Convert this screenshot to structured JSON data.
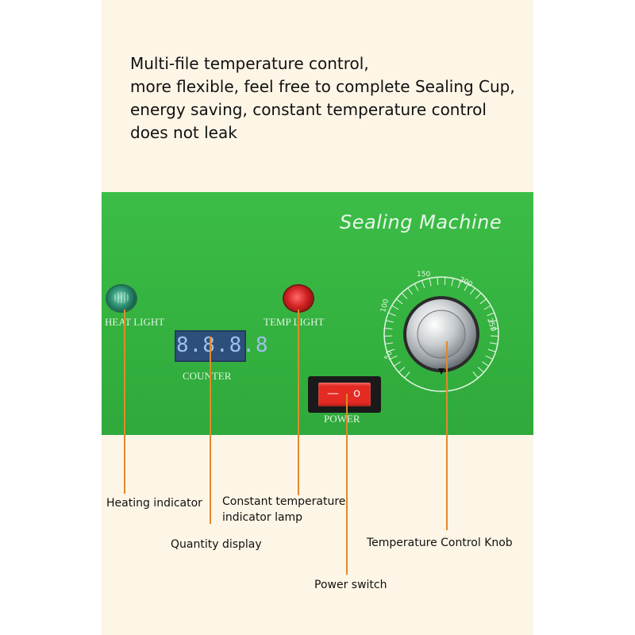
{
  "headline": {
    "line1": "Multi-file temperature control,",
    "line2": "more flexible, feel free to complete Sealing Cup,",
    "line3": "energy saving, constant temperature control",
    "line4": "does not leak"
  },
  "panel": {
    "title": "Sealing Machine",
    "heat_light_label": "HEAT LIGHT",
    "temp_light_label": "TEMP LIGHT",
    "counter_label": "COUNTER",
    "counter_display": "8.8.8.8",
    "power_label": "POWER",
    "switch_off_symbol": "—",
    "switch_on_symbol": "o",
    "dial_ticks": [
      "50",
      "100",
      "150",
      "200",
      "250"
    ]
  },
  "annotations": {
    "heating_indicator": "Heating indicator",
    "constant_temp_line1": "Constant temperature",
    "constant_temp_line2": "indicator lamp",
    "quantity_display": "Quantity display",
    "temperature_knob": "Temperature Control Knob",
    "power_switch": "Power switch"
  },
  "colors": {
    "panel_green": "#35b540",
    "leader_line": "#e08a2b",
    "background": "#fdf5e6"
  }
}
